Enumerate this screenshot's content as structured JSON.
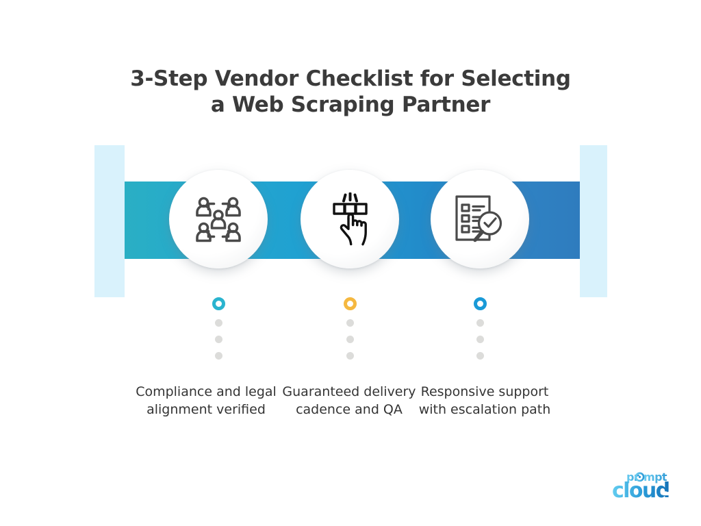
{
  "page": {
    "background_color": "#ffffff",
    "title_lines": [
      "3-Step Vendor Checklist for Selecting",
      "a Web Scraping Partner"
    ],
    "title_color": "#3b3b3b"
  },
  "banner": {
    "side_bar_color": "#d9f2fc",
    "gradient_from": "#2aafc4",
    "gradient_to": "#2f7cbe"
  },
  "steps": [
    {
      "index": "1",
      "icon_name": "people-selection-icon",
      "marker_color": "#2ab4cf",
      "caption": "Compliance and legal alignment verified"
    },
    {
      "index": "2",
      "icon_name": "hand-click-select-icon",
      "marker_color": "#f5b840",
      "caption": "Guaranteed delivery cadence and QA"
    },
    {
      "index": "3",
      "icon_name": "checklist-magnifier-icon",
      "marker_color": "#1a9ad7",
      "caption": "Responsive support with escalation path"
    }
  ],
  "logo": {
    "name": "promptcloud-logo",
    "word_top": "prompt",
    "word_bottom": "cloud",
    "color_light": "#4fc3ea",
    "color_dark": "#1e7fc4"
  }
}
